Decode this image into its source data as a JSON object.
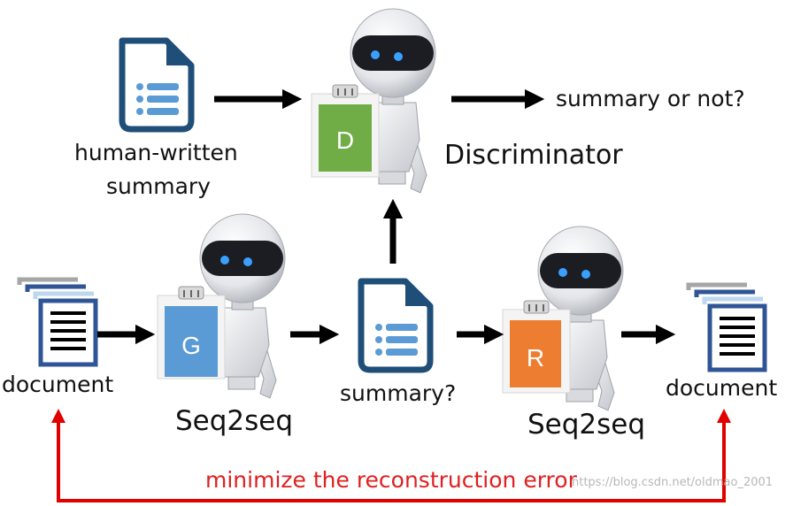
{
  "labels": {
    "human_written_line1": "human-written",
    "human_written_line2": "summary",
    "summary_or_not": "summary or not?",
    "discriminator": "Discriminator",
    "document_left": "document",
    "seq2seq_left": "Seq2seq",
    "summary_q": "summary?",
    "seq2seq_right": "Seq2seq",
    "document_right": "document",
    "reconstruction": "minimize the reconstruction error",
    "watermark": "https://blog.csdn.net/oldmao_2001"
  },
  "boards": {
    "D": {
      "letter": "D",
      "color": "#70ad47"
    },
    "G": {
      "letter": "G",
      "color": "#5b9bd5"
    },
    "R": {
      "letter": "R",
      "color": "#ed7d31"
    }
  },
  "colors": {
    "doc_icon_blue": "#1f4e79",
    "doc_lines": "#5b9bd5",
    "arrow_black": "#000000",
    "arrow_red": "#e00000",
    "text_red": "#e02020"
  },
  "icons": [
    "document-summary-icon",
    "robot-icon",
    "document-stack-icon",
    "arrow-icon"
  ]
}
